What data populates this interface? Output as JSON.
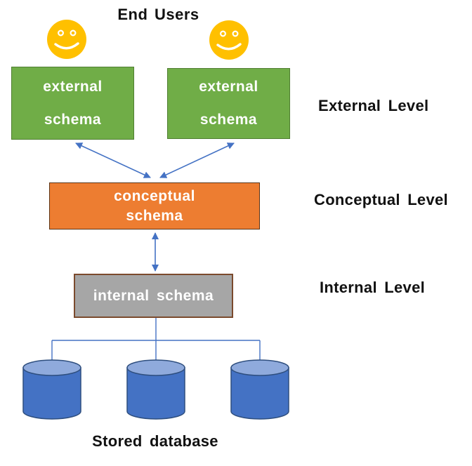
{
  "title": "End Users",
  "boxes": {
    "external1": {
      "line1": "external",
      "line2": "schema"
    },
    "external2": {
      "line1": "external",
      "line2": "schema"
    },
    "conceptual": {
      "line1": "conceptual",
      "line2": "schema"
    },
    "internal": {
      "label": "internal schema"
    }
  },
  "level_labels": {
    "external": "External Level",
    "conceptual": "Conceptual Level",
    "internal": "Internal Level"
  },
  "footer": {
    "stored_database": "Stored database"
  },
  "icons": {
    "end_user": "smiley-face-icon",
    "storage": "database-cylinder-icon",
    "connector": "double-headed-arrow"
  },
  "colors": {
    "external_box_fill": "#70AD47",
    "external_box_border": "#507E32",
    "conceptual_box_fill": "#ED7D31",
    "conceptual_box_border": "#5A3417",
    "internal_box_fill": "#A6A6A6",
    "internal_box_border": "#7B4A2D",
    "arrow_blue": "#4472C4",
    "cylinder_body": "#4472C4",
    "cylinder_top": "#8FAADC",
    "cylinder_outline": "#2E4E7E",
    "smiley_yellow": "#FFC000",
    "box_text": "#FFFFFF",
    "label_text": "#111111",
    "background": "#FFFFFF"
  }
}
